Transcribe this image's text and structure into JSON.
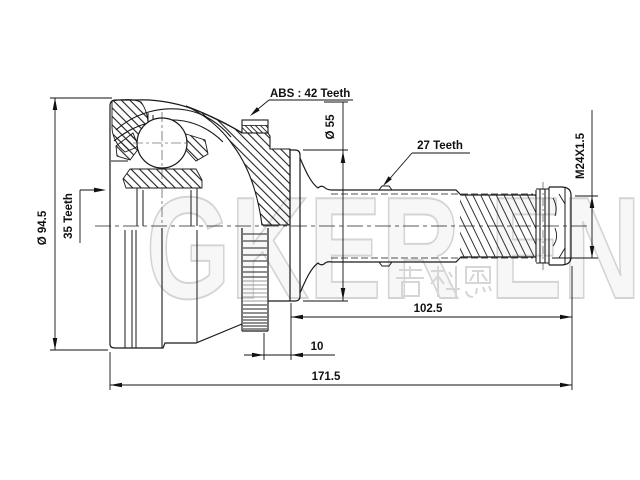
{
  "watermark": {
    "brand": "GKER EN",
    "brand_cjk": "吉科恩"
  },
  "labels": {
    "abs_ring": "ABS : 42 Teeth",
    "housing_diameter": "Ø 94.5",
    "inner_spline_teeth": "35 Teeth",
    "boot_seat_diameter": "Ø 55",
    "shaft_spline_teeth": "27 Teeth",
    "thread_spec": "M24X1.5",
    "length_shaft": "102.5",
    "length_ring_offset": "10",
    "length_overall": "171.5"
  },
  "colors": {
    "line": "#1a1a1a",
    "dimension": "#111111",
    "watermark_stroke": "#d4d4d4",
    "watermark_fill": "#f7f7f7",
    "background": "#ffffff"
  }
}
